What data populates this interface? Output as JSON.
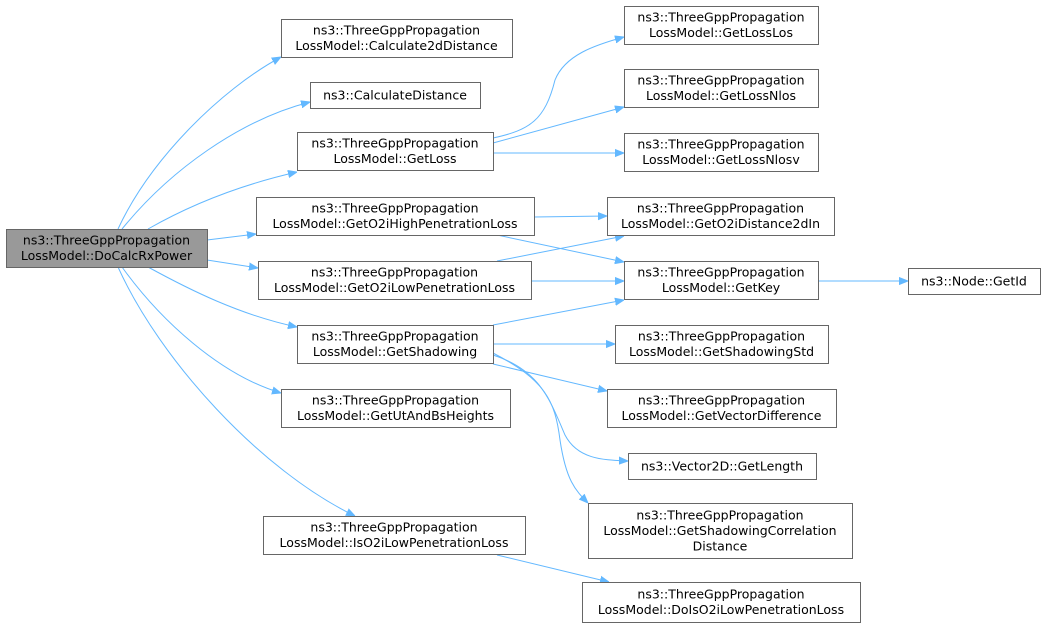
{
  "diagram": {
    "type": "call-graph",
    "nodes": [
      {
        "id": "root",
        "lines": [
          "ns3::ThreeGppPropagation",
          "LossModel::DoCalcRxPower"
        ],
        "root": true
      },
      {
        "id": "calc2d",
        "lines": [
          "ns3::ThreeGppPropagation",
          "LossModel::Calculate2dDistance"
        ]
      },
      {
        "id": "calcdist",
        "lines": [
          "ns3::CalculateDistance"
        ]
      },
      {
        "id": "getloss",
        "lines": [
          "ns3::ThreeGppPropagation",
          "LossModel::GetLoss"
        ]
      },
      {
        "id": "o2ihigh",
        "lines": [
          "ns3::ThreeGppPropagation",
          "LossModel::GetO2iHighPenetrationLoss"
        ]
      },
      {
        "id": "o2ilow",
        "lines": [
          "ns3::ThreeGppPropagation",
          "LossModel::GetO2iLowPenetrationLoss"
        ]
      },
      {
        "id": "shadowing",
        "lines": [
          "ns3::ThreeGppPropagation",
          "LossModel::GetShadowing"
        ]
      },
      {
        "id": "utbs",
        "lines": [
          "ns3::ThreeGppPropagation",
          "LossModel::GetUtAndBsHeights"
        ]
      },
      {
        "id": "iso2i",
        "lines": [
          "ns3::ThreeGppPropagation",
          "LossModel::IsO2iLowPenetrationLoss"
        ]
      },
      {
        "id": "losslos",
        "lines": [
          "ns3::ThreeGppPropagation",
          "LossModel::GetLossLos"
        ]
      },
      {
        "id": "lossnlos",
        "lines": [
          "ns3::ThreeGppPropagation",
          "LossModel::GetLossNlos"
        ]
      },
      {
        "id": "lossnlosv",
        "lines": [
          "ns3::ThreeGppPropagation",
          "LossModel::GetLossNlosv"
        ]
      },
      {
        "id": "o2idist",
        "lines": [
          "ns3::ThreeGppPropagation",
          "LossModel::GetO2iDistance2dIn"
        ]
      },
      {
        "id": "getkey",
        "lines": [
          "ns3::ThreeGppPropagation",
          "LossModel::GetKey"
        ]
      },
      {
        "id": "nodeid",
        "lines": [
          "ns3::Node::GetId"
        ]
      },
      {
        "id": "shadstd",
        "lines": [
          "ns3::ThreeGppPropagation",
          "LossModel::GetShadowingStd"
        ]
      },
      {
        "id": "vecdiff",
        "lines": [
          "ns3::ThreeGppPropagation",
          "LossModel::GetVectorDifference"
        ]
      },
      {
        "id": "veclen",
        "lines": [
          "ns3::Vector2D::GetLength"
        ]
      },
      {
        "id": "shadcorr",
        "lines": [
          "ns3::ThreeGppPropagation",
          "LossModel::GetShadowingCorrelation",
          "Distance"
        ]
      },
      {
        "id": "doiso2i",
        "lines": [
          "ns3::ThreeGppPropagation",
          "LossModel::DoIsO2iLowPenetrationLoss"
        ]
      }
    ],
    "edges": [
      {
        "from": "root",
        "to": "calc2d"
      },
      {
        "from": "root",
        "to": "calcdist"
      },
      {
        "from": "root",
        "to": "getloss"
      },
      {
        "from": "root",
        "to": "o2ihigh"
      },
      {
        "from": "root",
        "to": "o2ilow"
      },
      {
        "from": "root",
        "to": "shadowing"
      },
      {
        "from": "root",
        "to": "utbs"
      },
      {
        "from": "root",
        "to": "iso2i"
      },
      {
        "from": "getloss",
        "to": "losslos"
      },
      {
        "from": "getloss",
        "to": "lossnlos"
      },
      {
        "from": "getloss",
        "to": "lossnlosv"
      },
      {
        "from": "o2ihigh",
        "to": "o2idist"
      },
      {
        "from": "o2ihigh",
        "to": "getkey"
      },
      {
        "from": "o2ilow",
        "to": "o2idist"
      },
      {
        "from": "o2ilow",
        "to": "getkey"
      },
      {
        "from": "shadowing",
        "to": "getkey"
      },
      {
        "from": "shadowing",
        "to": "shadstd"
      },
      {
        "from": "shadowing",
        "to": "vecdiff"
      },
      {
        "from": "shadowing",
        "to": "veclen"
      },
      {
        "from": "shadowing",
        "to": "shadcorr"
      },
      {
        "from": "getkey",
        "to": "nodeid"
      },
      {
        "from": "iso2i",
        "to": "doiso2i"
      }
    ]
  }
}
